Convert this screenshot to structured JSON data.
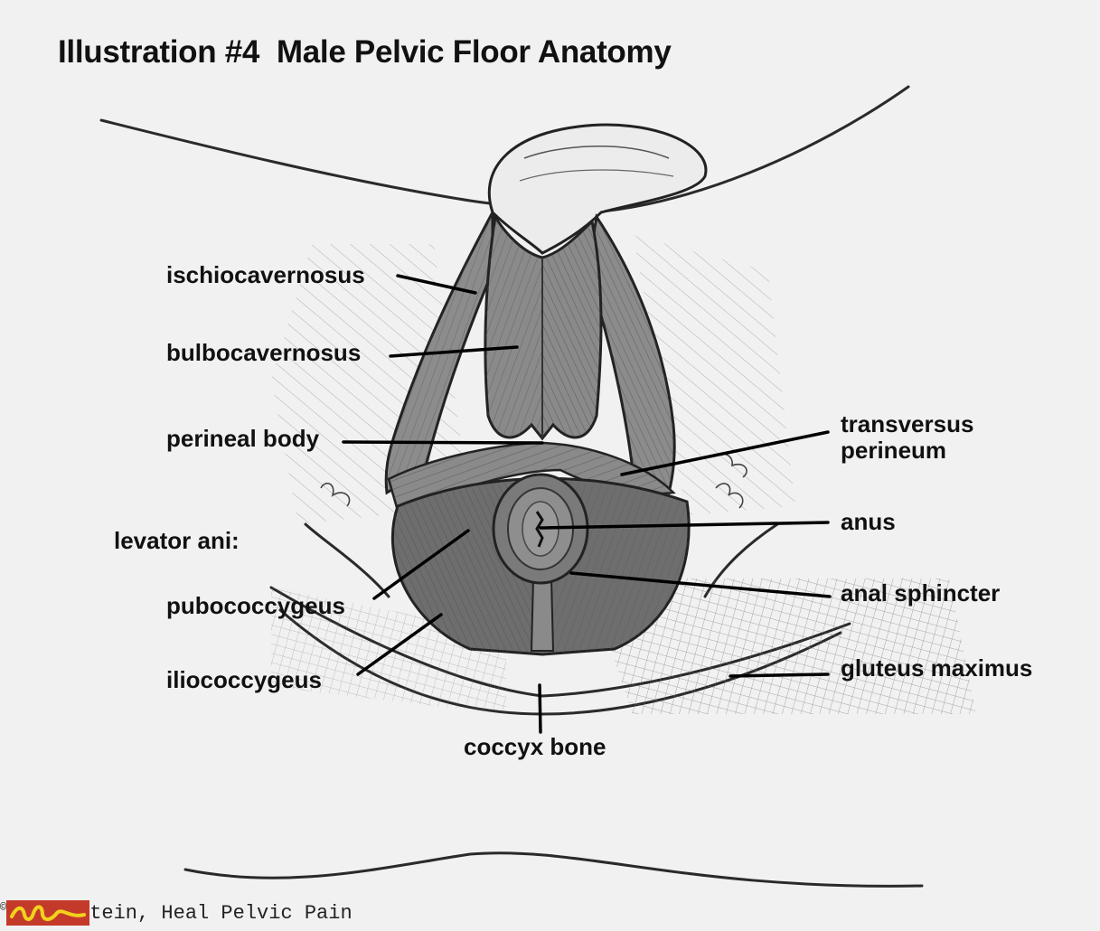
{
  "title": "Illustration #4  Male Pelvic Floor Anatomy",
  "labels": {
    "ischiocavernosus": "ischiocavernosus",
    "bulbocavernosus": "bulbocavernosus",
    "perineal_body": "perineal body",
    "transversus_line1": "transversus",
    "transversus_line2": "perineum",
    "anus": "anus",
    "levator_ani": "levator ani:",
    "anal_sphincter": "anal sphincter",
    "pubococcygeus": "pubococcygeus",
    "gluteus_maximus": "gluteus maximus",
    "iliococcygeus": "iliococcygeus",
    "coccyx_bone": "coccyx bone"
  },
  "credit": {
    "copyright_mark": "©",
    "text": "tein, Heal Pelvic Pain"
  },
  "colors": {
    "background": "#f1f1f1",
    "ink": "#111111",
    "muscle_mid": "#8a8a8a",
    "muscle_dark": "#6e6e6e",
    "logo_red": "#c43a2a",
    "logo_yellow": "#f2d21b"
  }
}
